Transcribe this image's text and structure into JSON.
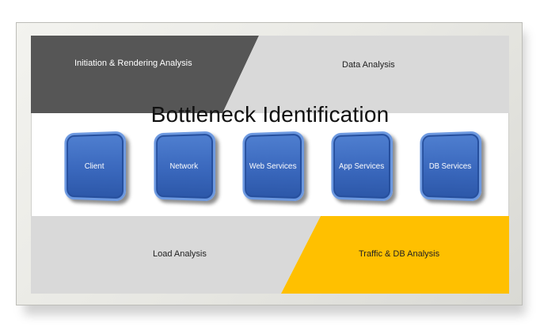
{
  "title": "Bottleneck Identification",
  "top_bands": {
    "left_label": "Initiation & Rendering Analysis",
    "right_label": "Data Analysis"
  },
  "bottom_bands": {
    "left_label": "Load Analysis",
    "right_label": "Traffic & DB Analysis"
  },
  "components": [
    {
      "label": "Client"
    },
    {
      "label": "Network"
    },
    {
      "label": "Web Services"
    },
    {
      "label": "App Services"
    },
    {
      "label": "DB Services"
    }
  ],
  "colors": {
    "dark_band": "#565656",
    "light_band": "#d9d9d9",
    "yellow_band": "#ffc000",
    "box_blue": "#3a68bd"
  }
}
